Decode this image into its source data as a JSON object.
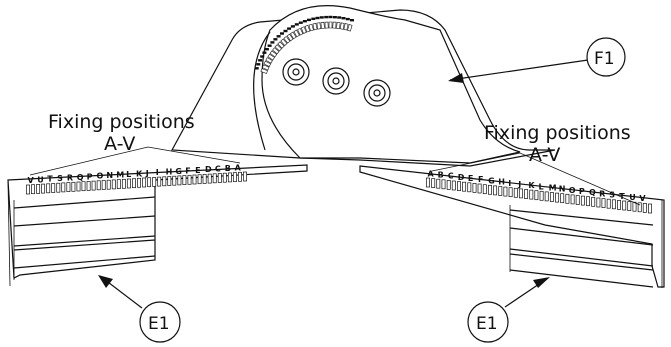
{
  "labels": {
    "fixing_left_line1": "Fixing positions",
    "fixing_left_line2": "A-V",
    "fixing_right_line1": "Fixing positions",
    "fixing_right_line2": "A-V",
    "callout_top": "F1",
    "callout_left": "E1",
    "callout_right": "E1"
  },
  "scale_letters_left": "VUTSRQPONMLKJIHGFEDCBA",
  "scale_letters_right": "ABCDEFGHIJKLMNOPQRSTUV",
  "colors": {
    "ink": "#111111",
    "paper": "#ffffff"
  }
}
